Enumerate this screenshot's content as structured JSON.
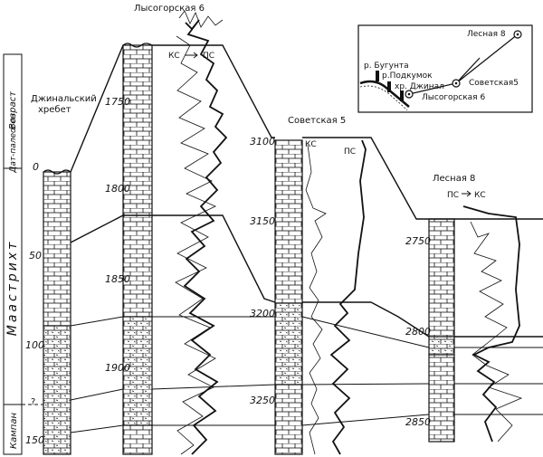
{
  "wells": [
    {
      "name": "Джинальский",
      "name2": "хребет",
      "depths": [
        "0",
        "50",
        "100",
        "150"
      ]
    },
    {
      "name": "Лысогорская 6",
      "depths": [
        "1750",
        "1800",
        "1850",
        "1900"
      ]
    },
    {
      "name": "Советская 5",
      "depths": [
        "3100",
        "3150",
        "3200",
        "3250"
      ]
    },
    {
      "name": "Лесная 8",
      "depths": [
        "2750",
        "2800",
        "2850"
      ]
    }
  ],
  "axis_labels": {
    "age": "Возраст",
    "dat_paleogen": "Дат-палеоген",
    "maastricht": "Маастрихт",
    "campan": "Кампан",
    "question": "?"
  },
  "log_labels": {
    "ks": "КС",
    "ps": "ПС"
  },
  "inset": {
    "lesnaya": "Лесная 8",
    "sovetskaya": "Советская5",
    "lysogorskaya": "Лысогорская 6",
    "bugunta": "р. Бугунта",
    "podkumok": "р.Подкумок",
    "dzhinal": "хр. Джинал"
  }
}
